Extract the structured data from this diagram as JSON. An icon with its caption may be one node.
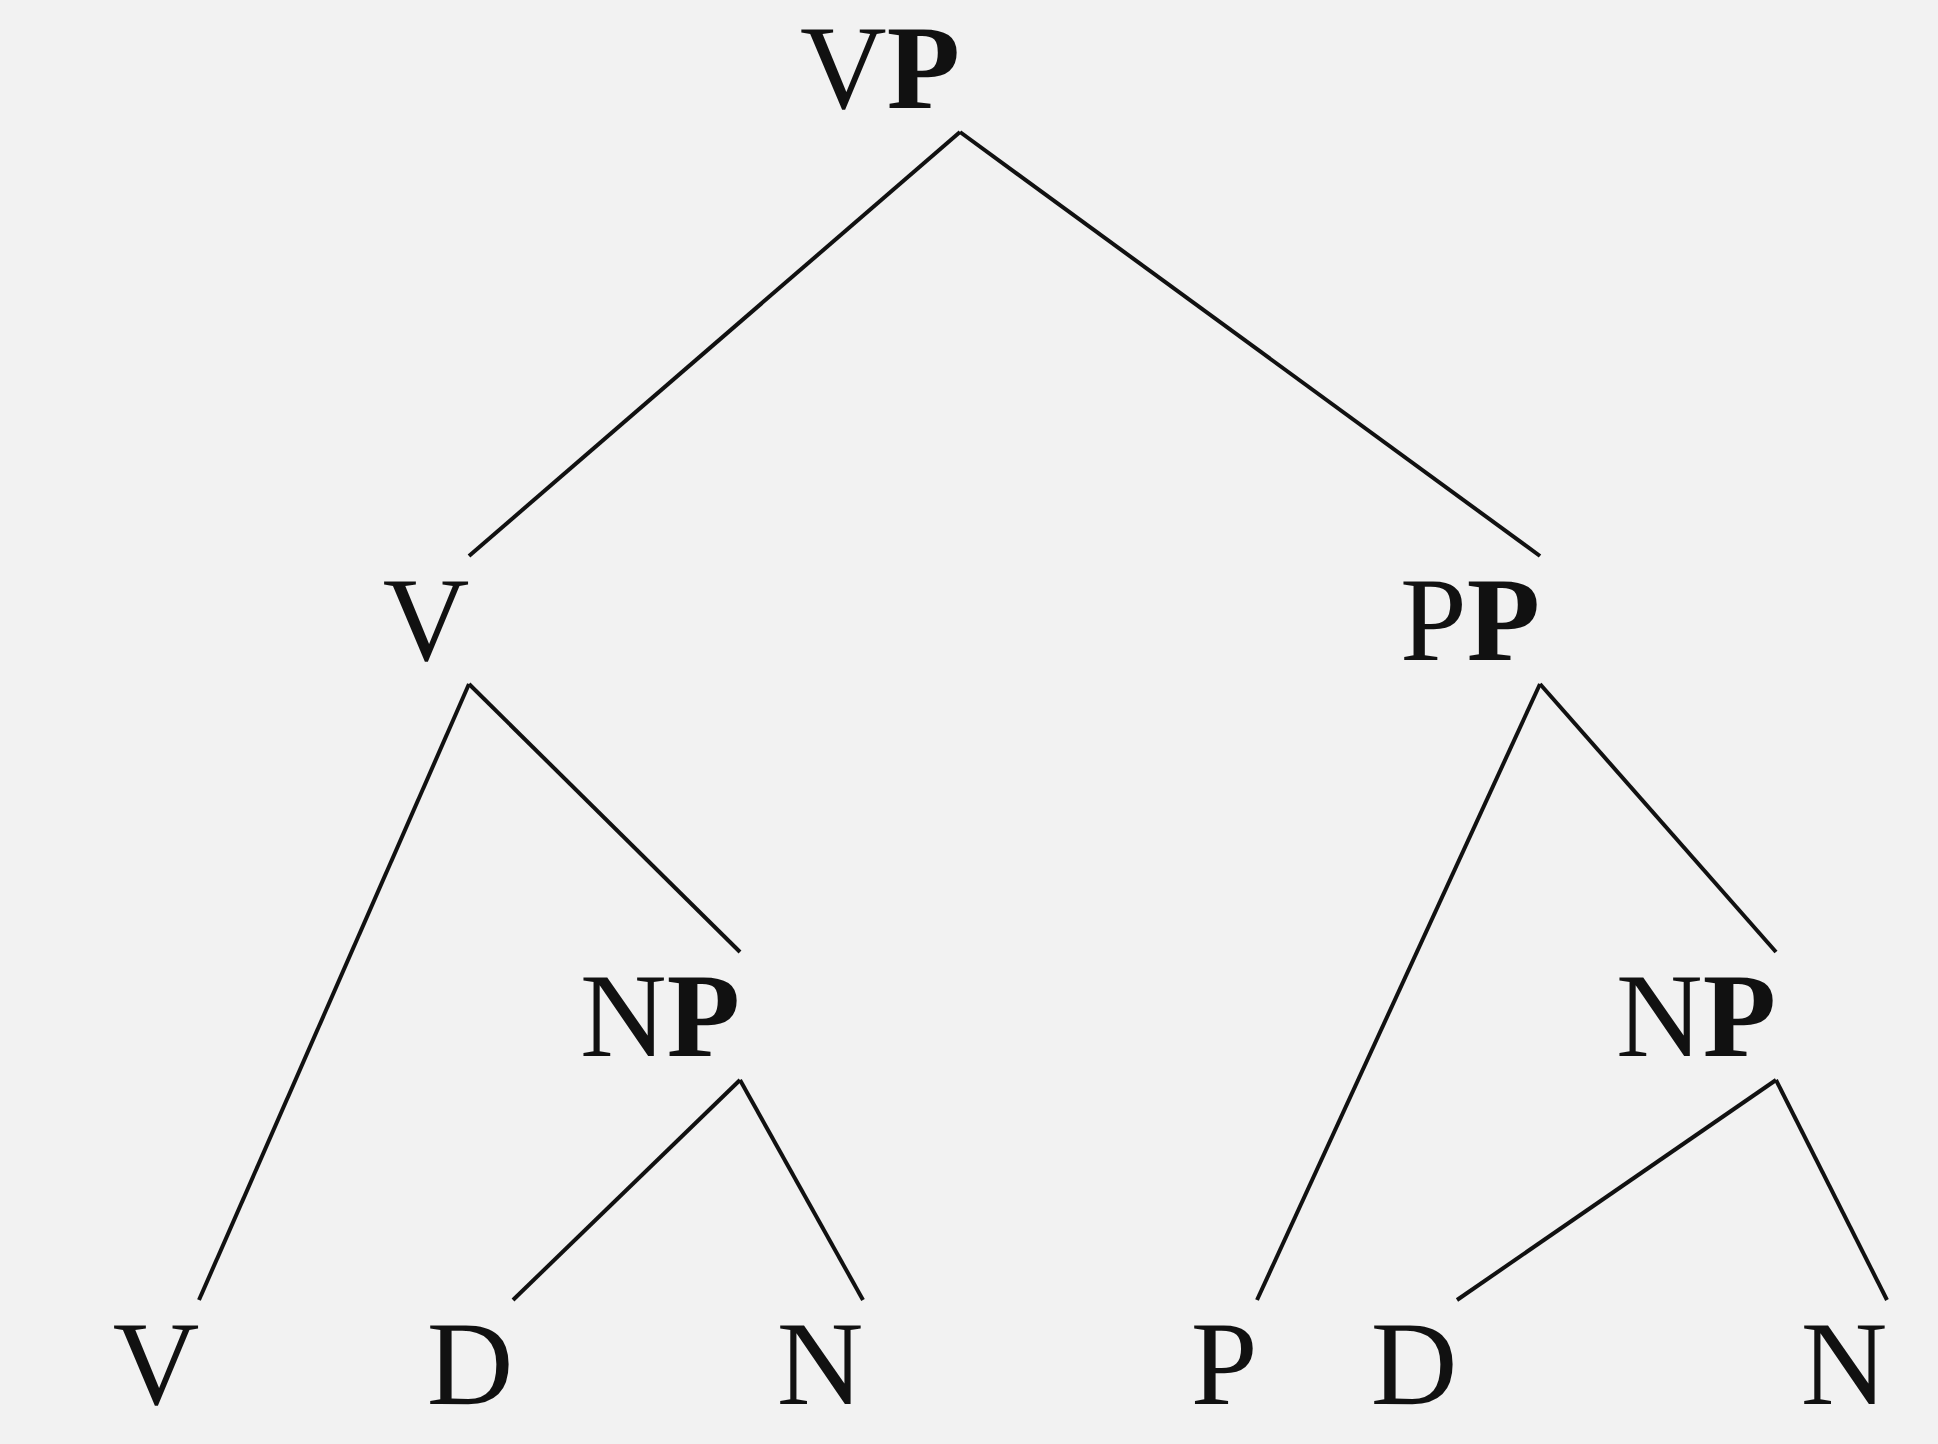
{
  "diagram": {
    "nodes": [
      {
        "text": [
          "V**P**"
        ]
      },
      {
        "text": [
          "V"
        ]
      },
      {
        "text": [
          "P**P**"
        ]
      },
      {
        "text": [
          "N**P**"
        ]
      },
      {
        "text": [
          "N**P**"
        ]
      },
      {
        "text": [
          "V"
        ]
      },
      {
        "text": [
          "D"
        ]
      },
      {
        "text": [
          "N"
        ]
      },
      {
        "text": [
          "P"
        ]
      },
      {
        "text": [
          "D"
        ]
      },
      {
        "text": [
          "N"
        ]
      }
    ],
    "edges": [
      {
        "from": 0,
        "to": 1,
        "arrow": "none"
      },
      {
        "from": 0,
        "to": 2,
        "arrow": "none"
      },
      {
        "from": 1,
        "to": 5,
        "arrow": "none"
      },
      {
        "from": 1,
        "to": 3,
        "arrow": "none"
      },
      {
        "from": 3,
        "to": 6,
        "arrow": "none"
      },
      {
        "from": 3,
        "to": 7,
        "arrow": "none"
      },
      {
        "from": 2,
        "to": 8,
        "arrow": "none"
      },
      {
        "from": 2,
        "to": 4,
        "arrow": "none"
      },
      {
        "from": 4,
        "to": 9,
        "arrow": "none"
      },
      {
        "from": 4,
        "to": 10,
        "arrow": "none"
      }
    ]
  }
}
